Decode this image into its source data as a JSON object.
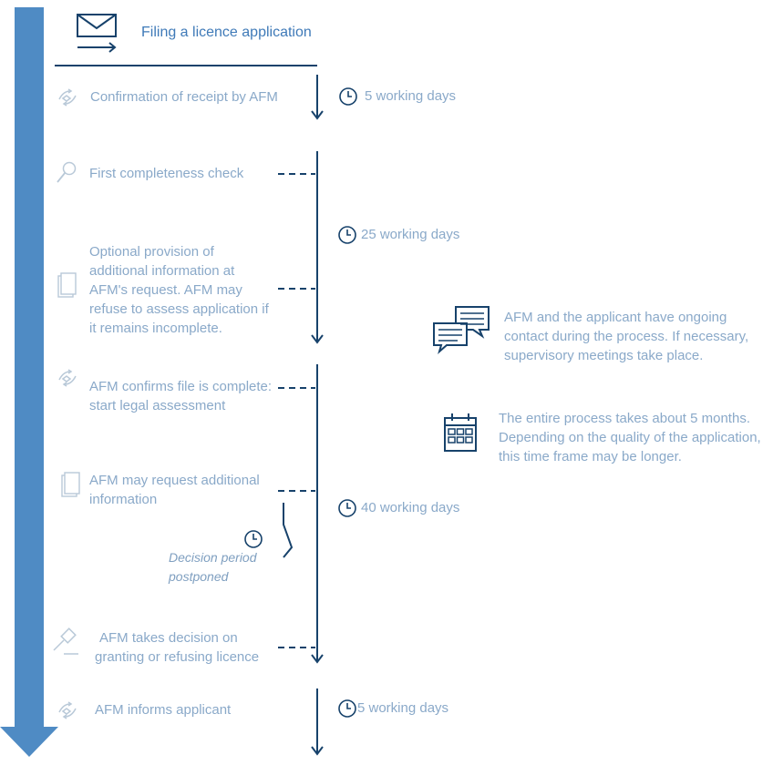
{
  "header": {
    "title": "Filing a licence application"
  },
  "steps": [
    {
      "label_lines": [
        "Confirmation of receipt by AFM"
      ]
    },
    {
      "label_lines": [
        "First completeness check"
      ]
    },
    {
      "label_lines": [
        "Optional provision of",
        "additional information at",
        "AFM's request. AFM may",
        "refuse to assess application if",
        "it remains incomplete."
      ]
    },
    {
      "label_lines": [
        "AFM confirms file is complete:",
        "start legal assessment"
      ]
    },
    {
      "label_lines": [
        "AFM may request additional",
        "information"
      ]
    },
    {
      "label_lines": [
        "AFM takes decision on",
        "granting or refusing licence"
      ]
    },
    {
      "label_lines": [
        "AFM informs applicant"
      ]
    }
  ],
  "durations": [
    {
      "label": "5 working days"
    },
    {
      "label": "25 working days"
    },
    {
      "label": "40 working days"
    },
    {
      "label": "5 working days"
    }
  ],
  "postponed": {
    "lines": [
      "Decision period",
      "postponed"
    ]
  },
  "notes": {
    "contact": {
      "lines": [
        "AFM and the applicant have ongoing",
        "contact during the process. If necessary,",
        "supervisory meetings take place."
      ]
    },
    "timeline": {
      "lines": [
        "The entire process takes about 5 months.",
        "Depending on the quality of the application,",
        "this time frame may be longer."
      ]
    }
  },
  "colors": {
    "primary": "#17426b",
    "accent_bar": "#4f8bc4",
    "text_light": "#8aa9c9",
    "icon_light": "#b9c9d8"
  },
  "icons": [
    "envelope-icon",
    "handshake-icon",
    "magnifier-icon",
    "documents-icon",
    "gavel-icon",
    "clock-icon",
    "chat-bubbles-icon",
    "calendar-icon"
  ]
}
